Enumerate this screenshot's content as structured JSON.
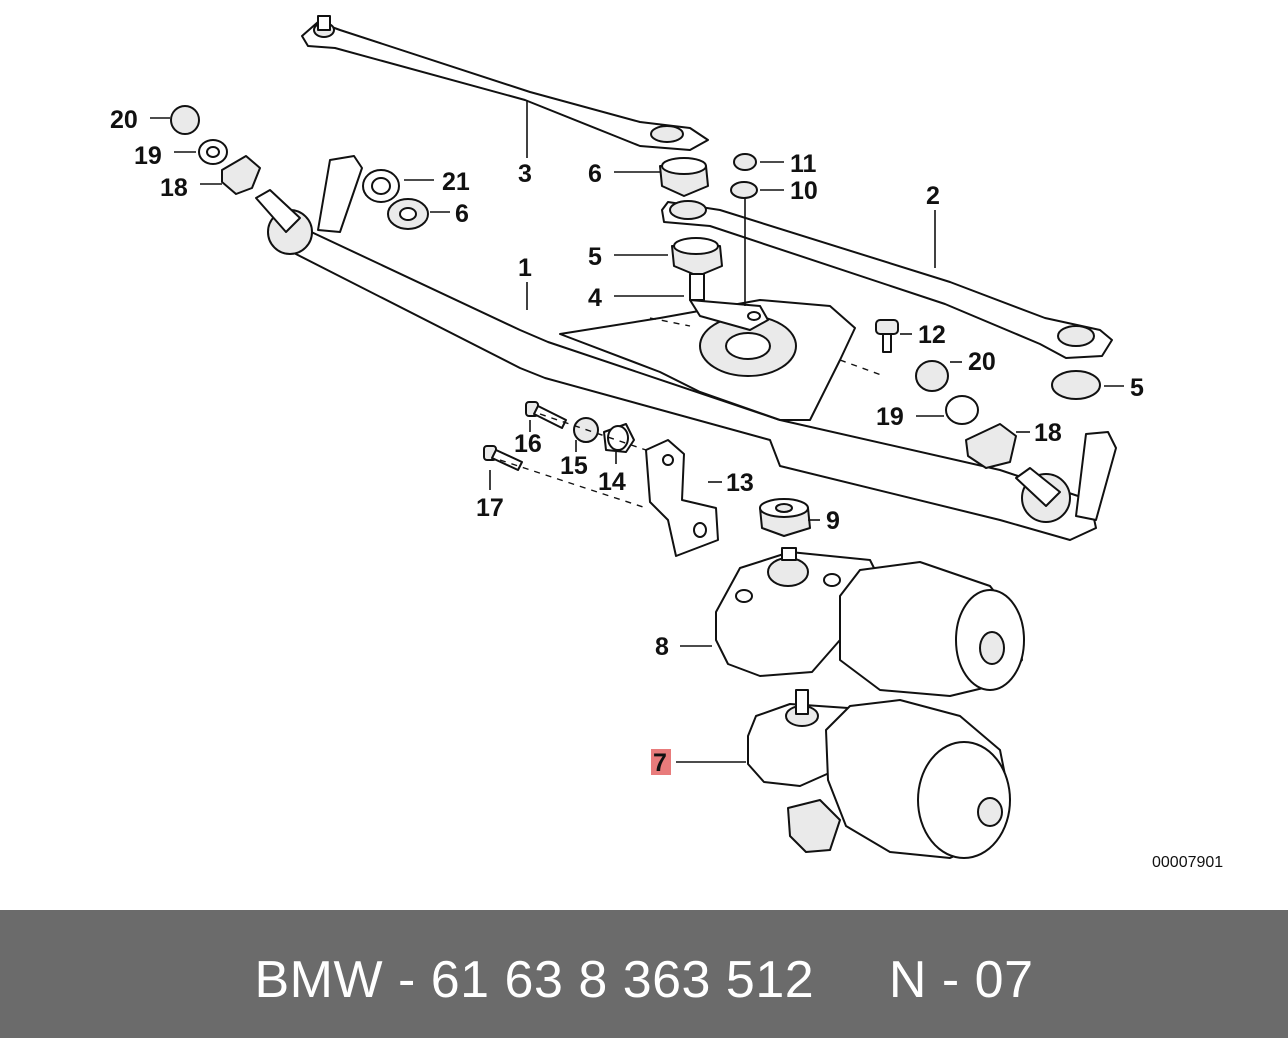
{
  "diagram": {
    "reference_number": "00007901",
    "highlight_color": "#e87b7b",
    "callouts": [
      {
        "id": "c1",
        "label": "1"
      },
      {
        "id": "c2",
        "label": "2"
      },
      {
        "id": "c3",
        "label": "3"
      },
      {
        "id": "c4",
        "label": "4"
      },
      {
        "id": "c5a",
        "label": "5"
      },
      {
        "id": "c5b",
        "label": "5"
      },
      {
        "id": "c6a",
        "label": "6"
      },
      {
        "id": "c6b",
        "label": "6"
      },
      {
        "id": "c7",
        "label": "7",
        "highlighted": true
      },
      {
        "id": "c8",
        "label": "8"
      },
      {
        "id": "c9",
        "label": "9"
      },
      {
        "id": "c10",
        "label": "10"
      },
      {
        "id": "c11",
        "label": "11"
      },
      {
        "id": "c12",
        "label": "12"
      },
      {
        "id": "c13",
        "label": "13"
      },
      {
        "id": "c14",
        "label": "14"
      },
      {
        "id": "c15",
        "label": "15"
      },
      {
        "id": "c16",
        "label": "16"
      },
      {
        "id": "c17",
        "label": "17"
      },
      {
        "id": "c18a",
        "label": "18"
      },
      {
        "id": "c18b",
        "label": "18"
      },
      {
        "id": "c19a",
        "label": "19"
      },
      {
        "id": "c19b",
        "label": "19"
      },
      {
        "id": "c20a",
        "label": "20"
      },
      {
        "id": "c20b",
        "label": "20"
      },
      {
        "id": "c21",
        "label": "21"
      }
    ]
  },
  "footer": {
    "text": "BMW - 61 63 8 363 512     N - 07",
    "background": "#6b6b6b"
  }
}
